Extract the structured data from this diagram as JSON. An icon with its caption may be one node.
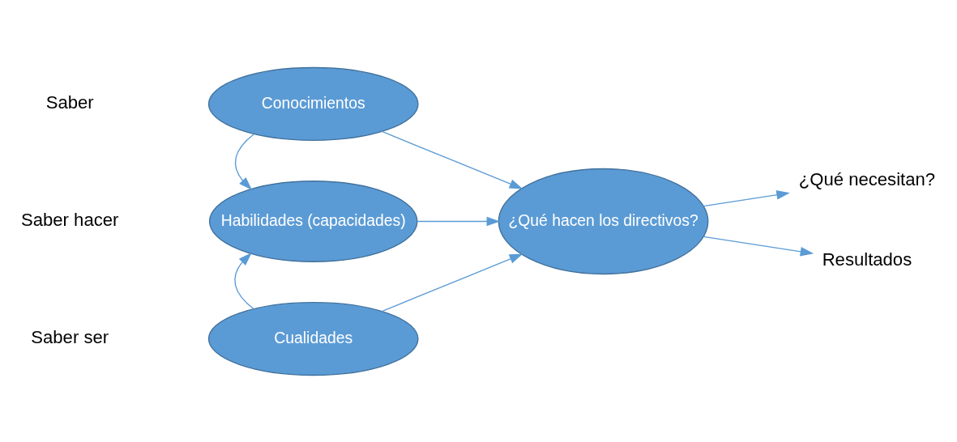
{
  "diagram": {
    "nodes": [
      {
        "text": [
          "Conocimientos"
        ]
      },
      {
        "text": [
          "Habilidades (capacidades)"
        ]
      },
      {
        "text": [
          "Cualidades"
        ]
      },
      {
        "text": [
          "¿Qué hacen los directivos?"
        ]
      },
      {
        "text": [
          "¿Qué necesitan?"
        ]
      },
      {
        "text": [
          "Resultados"
        ]
      }
    ],
    "edges": [
      {
        "from": 0,
        "to": 1,
        "arrow": "to"
      },
      {
        "from": 0,
        "to": 3,
        "arrow": "to"
      },
      {
        "from": 1,
        "to": 3,
        "arrow": "to"
      },
      {
        "from": 2,
        "to": 1,
        "arrow": "to"
      },
      {
        "from": 2,
        "to": 3,
        "arrow": "to"
      },
      {
        "from": 3,
        "to": 4,
        "arrow": "to"
      },
      {
        "from": 3,
        "to": 5,
        "arrow": "to"
      }
    ],
    "labels": [
      "Saber",
      "Saber hacer",
      "Saber ser"
    ]
  }
}
